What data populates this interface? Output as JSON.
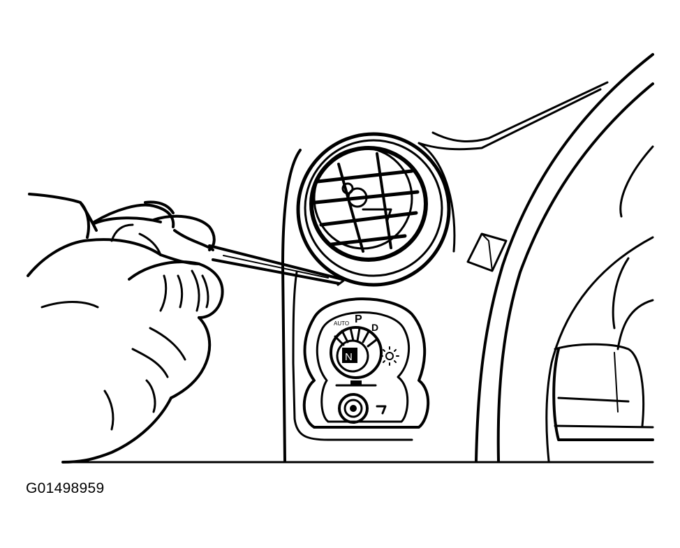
{
  "figure": {
    "id_label": "G01498959",
    "switch_marks": {
      "auto": "AUTO",
      "park": "P",
      "headlamp": "D",
      "knob": "N"
    }
  },
  "colors": {
    "line": "#000000",
    "background": "#ffffff"
  }
}
